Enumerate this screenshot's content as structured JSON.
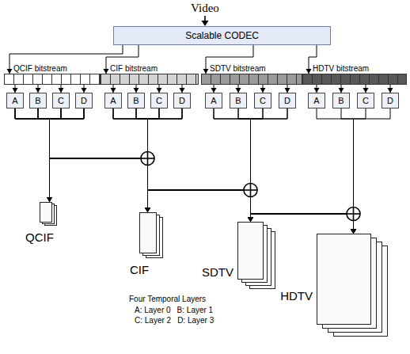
{
  "diagram": {
    "nodes": [
      {
        "text": [
          "Scalable CODEC"
        ]
      },
      {
        "text": [
          "QCIF bitstream"
        ]
      },
      {
        "text": [
          "CIF bitstream"
        ]
      },
      {
        "text": [
          "SDTV bitstream"
        ]
      },
      {
        "text": [
          "HDTV bitstream"
        ]
      },
      {
        "text": [
          "A"
        ]
      },
      {
        "text": [
          "B"
        ]
      },
      {
        "text": [
          "C"
        ]
      },
      {
        "text": [
          "D"
        ]
      },
      {
        "text": [
          "A"
        ]
      },
      {
        "text": [
          "B"
        ]
      },
      {
        "text": [
          "C"
        ]
      },
      {
        "text": [
          "D"
        ]
      },
      {
        "text": [
          "A"
        ]
      },
      {
        "text": [
          "B"
        ]
      },
      {
        "text": [
          "C"
        ]
      },
      {
        "text": [
          "D"
        ]
      },
      {
        "text": [
          "A"
        ]
      },
      {
        "text": [
          "B"
        ]
      },
      {
        "text": [
          "C"
        ]
      },
      {
        "text": [
          "D"
        ]
      },
      {
        "text": [
          "QCIF"
        ]
      },
      {
        "text": [
          "CIF"
        ]
      },
      {
        "text": [
          "SDTV"
        ]
      },
      {
        "text": [
          "HDTV"
        ]
      }
    ],
    "edges": [
      {
        "from": 0,
        "to": 1,
        "arrow": "to"
      },
      {
        "from": 0,
        "to": 2,
        "arrow": "to"
      },
      {
        "from": 0,
        "to": 3,
        "arrow": "to"
      },
      {
        "from": 0,
        "to": 4,
        "arrow": "to"
      },
      {
        "from": 1,
        "to": 5,
        "arrow": "to"
      },
      {
        "from": 1,
        "to": 6,
        "arrow": "to"
      },
      {
        "from": 1,
        "to": 7,
        "arrow": "to"
      },
      {
        "from": 1,
        "to": 8,
        "arrow": "to"
      },
      {
        "from": 2,
        "to": 9,
        "arrow": "to"
      },
      {
        "from": 2,
        "to": 10,
        "arrow": "to"
      },
      {
        "from": 2,
        "to": 11,
        "arrow": "to"
      },
      {
        "from": 2,
        "to": 12,
        "arrow": "to"
      },
      {
        "from": 3,
        "to": 13,
        "arrow": "to"
      },
      {
        "from": 3,
        "to": 14,
        "arrow": "to"
      },
      {
        "from": 3,
        "to": 15,
        "arrow": "to"
      },
      {
        "from": 3,
        "to": 16,
        "arrow": "to"
      },
      {
        "from": 4,
        "to": 17,
        "arrow": "to"
      },
      {
        "from": 4,
        "to": 18,
        "arrow": "to"
      },
      {
        "from": 4,
        "to": 19,
        "arrow": "to"
      },
      {
        "from": 4,
        "to": 20,
        "arrow": "to"
      },
      {
        "from": 5,
        "to": 21,
        "arrow": "to"
      },
      {
        "from": 5,
        "to": 22,
        "arrow": "to"
      },
      {
        "from": 5,
        "to": 23,
        "arrow": "to"
      },
      {
        "from": 5,
        "to": 24,
        "arrow": "to"
      },
      {
        "from": 6,
        "to": 21,
        "arrow": "to"
      },
      {
        "from": 6,
        "to": 22,
        "arrow": "to"
      },
      {
        "from": 6,
        "to": 23,
        "arrow": "to"
      },
      {
        "from": 6,
        "to": 24,
        "arrow": "to"
      },
      {
        "from": 7,
        "to": 21,
        "arrow": "to"
      },
      {
        "from": 7,
        "to": 22,
        "arrow": "to"
      },
      {
        "from": 7,
        "to": 23,
        "arrow": "to"
      },
      {
        "from": 7,
        "to": 24,
        "arrow": "to"
      },
      {
        "from": 8,
        "to": 21,
        "arrow": "to"
      },
      {
        "from": 8,
        "to": 22,
        "arrow": "to"
      },
      {
        "from": 8,
        "to": 23,
        "arrow": "to"
      },
      {
        "from": 8,
        "to": 24,
        "arrow": "to"
      },
      {
        "from": 9,
        "to": 22,
        "arrow": "to"
      },
      {
        "from": 9,
        "to": 23,
        "arrow": "to"
      },
      {
        "from": 9,
        "to": 24,
        "arrow": "to"
      },
      {
        "from": 10,
        "to": 22,
        "arrow": "to"
      },
      {
        "from": 10,
        "to": 23,
        "arrow": "to"
      },
      {
        "from": 10,
        "to": 24,
        "arrow": "to"
      },
      {
        "from": 11,
        "to": 22,
        "arrow": "to"
      },
      {
        "from": 11,
        "to": 23,
        "arrow": "to"
      },
      {
        "from": 11,
        "to": 24,
        "arrow": "to"
      },
      {
        "from": 12,
        "to": 22,
        "arrow": "to"
      },
      {
        "from": 12,
        "to": 23,
        "arrow": "to"
      },
      {
        "from": 12,
        "to": 24,
        "arrow": "to"
      },
      {
        "from": 13,
        "to": 23,
        "arrow": "to"
      },
      {
        "from": 13,
        "to": 24,
        "arrow": "to"
      },
      {
        "from": 14,
        "to": 23,
        "arrow": "to"
      },
      {
        "from": 14,
        "to": 24,
        "arrow": "to"
      },
      {
        "from": 15,
        "to": 23,
        "arrow": "to"
      },
      {
        "from": 15,
        "to": 24,
        "arrow": "to"
      },
      {
        "from": 16,
        "to": 23,
        "arrow": "to"
      },
      {
        "from": 16,
        "to": 24,
        "arrow": "to"
      },
      {
        "from": 17,
        "to": 24,
        "arrow": "to"
      },
      {
        "from": 18,
        "to": 24,
        "arrow": "to"
      },
      {
        "from": 19,
        "to": 24,
        "arrow": "to"
      },
      {
        "from": 20,
        "to": 24,
        "arrow": "to"
      }
    ],
    "labels": [
      "Video",
      "Four Temporal Layers",
      "A: Layer 0",
      "B: Layer 1",
      "C: Layer 2",
      "D: Layer 3"
    ]
  }
}
